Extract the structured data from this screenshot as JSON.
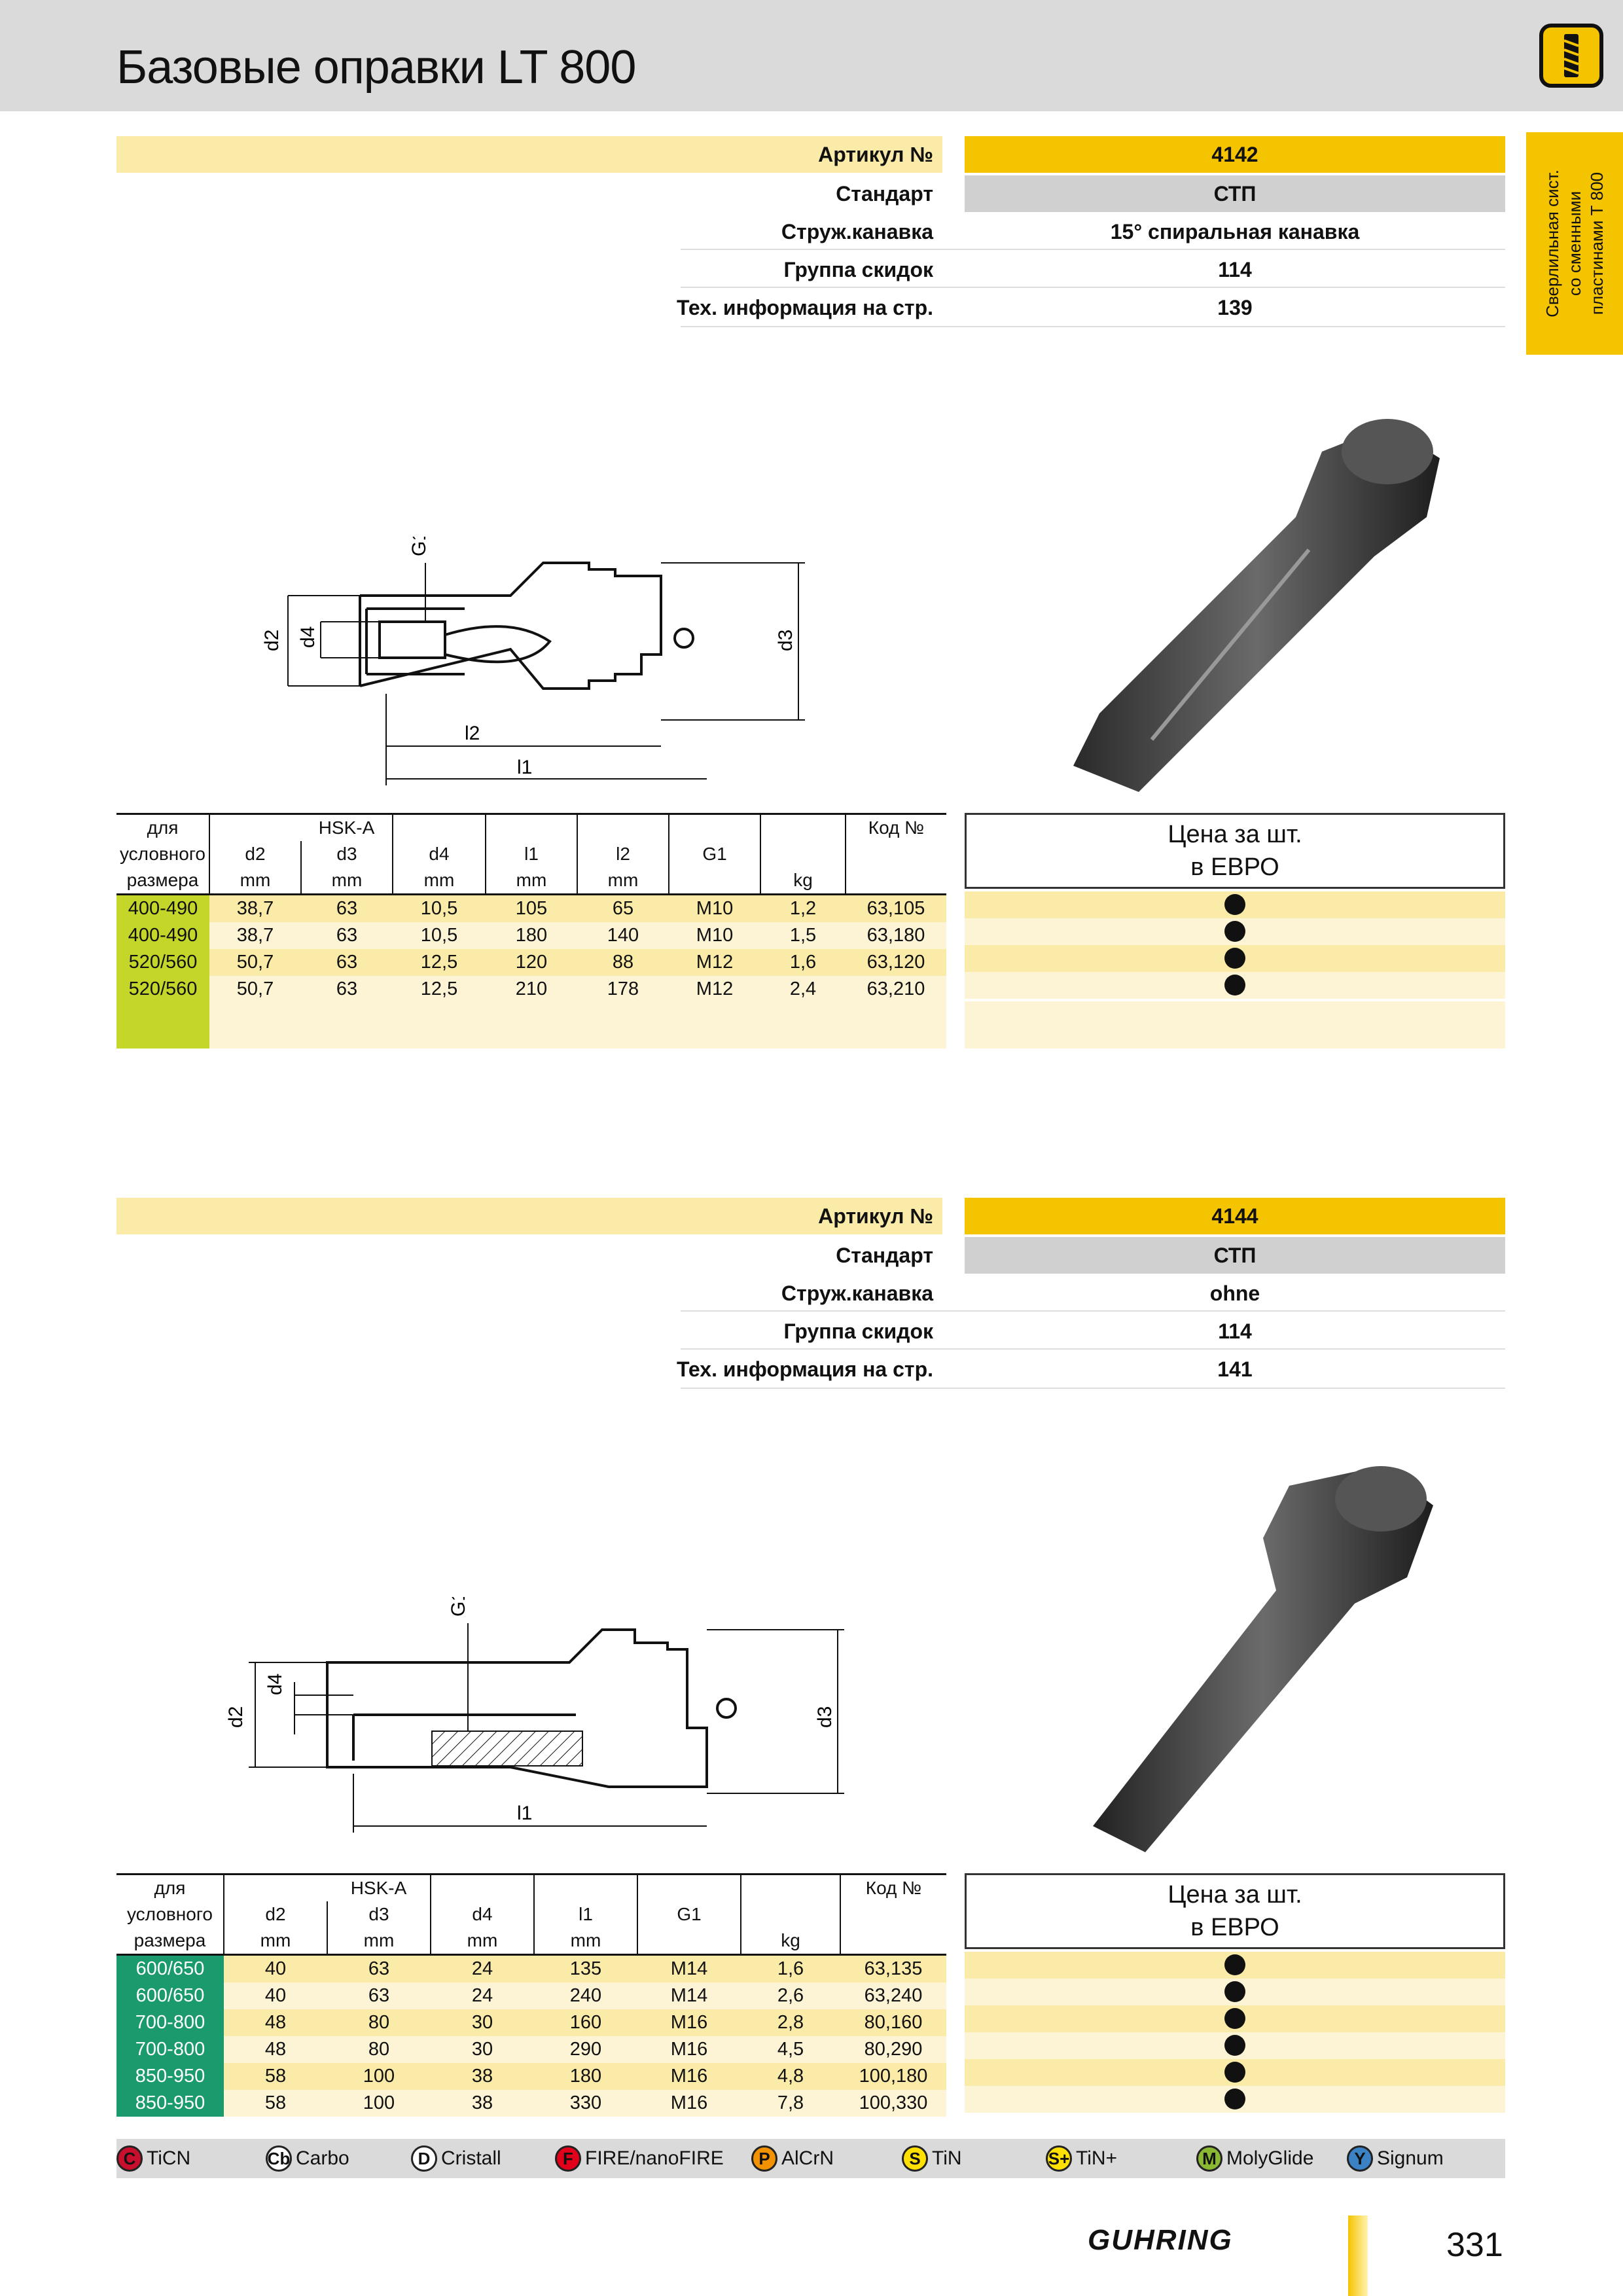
{
  "page": {
    "title": "Базовые оправки LT 800",
    "side_tab": [
      "Сверлильная сист.",
      "со сменными",
      "пластинами Т 800"
    ],
    "page_number": "331",
    "brand": "GUHRING",
    "colors": {
      "yellow": "#f5c400",
      "light_yellow": "#fbeba8",
      "pale_yellow": "#fdf4d6",
      "grey": "#d0d0d0",
      "lime": "#c5d62a",
      "green": "#1b9a6e"
    }
  },
  "sections": [
    {
      "info": [
        {
          "label": "Артикул №",
          "value": "4142"
        },
        {
          "label": "Стандарт",
          "value": "СТП"
        },
        {
          "label": "Струж.канавка",
          "value": "15° спиральная канавка"
        },
        {
          "label": "Группа скидок",
          "value": "114"
        },
        {
          "label": "Тех. информация на стр.",
          "value": "139"
        }
      ],
      "drawing_labels": {
        "g1": "G1",
        "d2": "d2",
        "d4": "d4",
        "d3": "d3",
        "l2": "l2",
        "l1": "l1"
      },
      "table": {
        "header1": [
          "для",
          "",
          "HSK-A",
          "",
          "",
          "",
          "",
          "",
          "Код №"
        ],
        "header2": [
          "условного",
          "d2",
          "d3",
          "d4",
          "l1",
          "l2",
          "G1",
          "",
          ""
        ],
        "header3": [
          "размера",
          "mm",
          "mm",
          "mm",
          "mm",
          "mm",
          "",
          "kg",
          ""
        ],
        "rows": [
          [
            "400-490",
            "38,7",
            "63",
            "10,5",
            "105",
            "65",
            "M10",
            "1,2",
            "63,105"
          ],
          [
            "400-490",
            "38,7",
            "63",
            "10,5",
            "180",
            "140",
            "M10",
            "1,5",
            "63,180"
          ],
          [
            "520/560",
            "50,7",
            "63",
            "12,5",
            "120",
            "88",
            "M12",
            "1,6",
            "63,120"
          ],
          [
            "520/560",
            "50,7",
            "63",
            "12,5",
            "210",
            "178",
            "M12",
            "2,4",
            "63,210"
          ]
        ]
      },
      "price": {
        "line1": "Цена за шт.",
        "line2": "в ЕВРО"
      }
    },
    {
      "info": [
        {
          "label": "Артикул №",
          "value": "4144"
        },
        {
          "label": "Стандарт",
          "value": "СТП"
        },
        {
          "label": "Струж.канавка",
          "value": "ohne"
        },
        {
          "label": "Группа скидок",
          "value": "114"
        },
        {
          "label": "Тех. информация на стр.",
          "value": "141"
        }
      ],
      "drawing_labels": {
        "g1": "G1",
        "d2": "d2",
        "d4": "d4",
        "d3": "d3",
        "l1": "l1"
      },
      "table": {
        "header1": [
          "для",
          "",
          "HSK-A",
          "",
          "",
          "",
          "",
          "Код №"
        ],
        "header2": [
          "условного",
          "d2",
          "d3",
          "d4",
          "l1",
          "G1",
          "",
          ""
        ],
        "header3": [
          "размера",
          "mm",
          "mm",
          "mm",
          "mm",
          "",
          "kg",
          ""
        ],
        "rows": [
          [
            "600/650",
            "40",
            "63",
            "24",
            "135",
            "M14",
            "1,6",
            "63,135"
          ],
          [
            "600/650",
            "40",
            "63",
            "24",
            "240",
            "M14",
            "2,6",
            "63,240"
          ],
          [
            "700-800",
            "48",
            "80",
            "30",
            "160",
            "M16",
            "2,8",
            "80,160"
          ],
          [
            "700-800",
            "48",
            "80",
            "30",
            "290",
            "M16",
            "4,5",
            "80,290"
          ],
          [
            "850-950",
            "58",
            "100",
            "38",
            "180",
            "M16",
            "4,8",
            "100,180"
          ],
          [
            "850-950",
            "58",
            "100",
            "38",
            "330",
            "M16",
            "7,8",
            "100,330"
          ]
        ]
      },
      "price": {
        "line1": "Цена за шт.",
        "line2": "в ЕВРО"
      }
    }
  ],
  "legend": [
    {
      "symbol": "C",
      "label": "TiCN",
      "color": "#c8102e"
    },
    {
      "symbol": "Cb",
      "label": "Carbo",
      "color": "#ffffff"
    },
    {
      "symbol": "D",
      "label": "Cristall",
      "color": "#ffffff"
    },
    {
      "symbol": "F",
      "label": "FIRE/nanoFIRE",
      "color": "#e2001a"
    },
    {
      "symbol": "P",
      "label": "AlCrN",
      "color": "#f39200"
    },
    {
      "symbol": "S",
      "label": "TiN",
      "color": "#ffe000"
    },
    {
      "symbol": "S+",
      "label": "TiN+",
      "color": "#ffe000"
    },
    {
      "symbol": "M",
      "label": "MolyGlide",
      "color": "#8ab832"
    },
    {
      "symbol": "Y",
      "label": "Signum",
      "color": "#3b82c4"
    }
  ]
}
